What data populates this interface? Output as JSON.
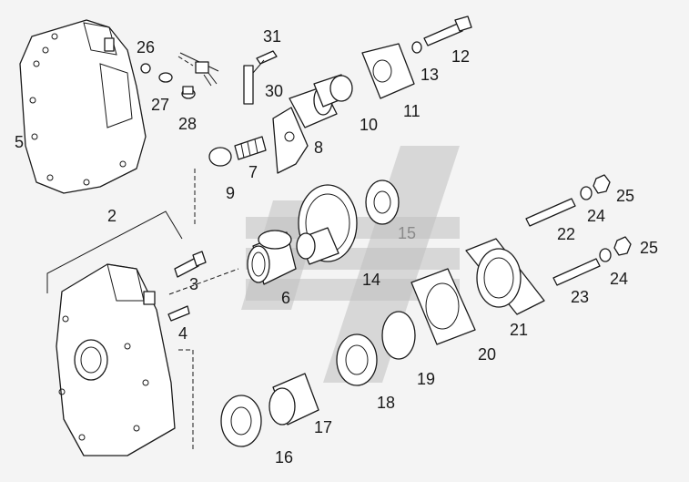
{
  "diagram": {
    "part_labels": [
      "2",
      "3",
      "4",
      "5",
      "6",
      "7",
      "8",
      "9",
      "10",
      "11",
      "12",
      "13",
      "14",
      "15",
      "16",
      "17",
      "18",
      "19",
      "20",
      "21",
      "22",
      "23",
      "24",
      "24",
      "25",
      "25",
      "26",
      "27",
      "28",
      "30",
      "31"
    ],
    "colors": {
      "line": "#1a1a1a",
      "background": "#f4f4f4",
      "watermark": "#bfbfbf"
    }
  }
}
